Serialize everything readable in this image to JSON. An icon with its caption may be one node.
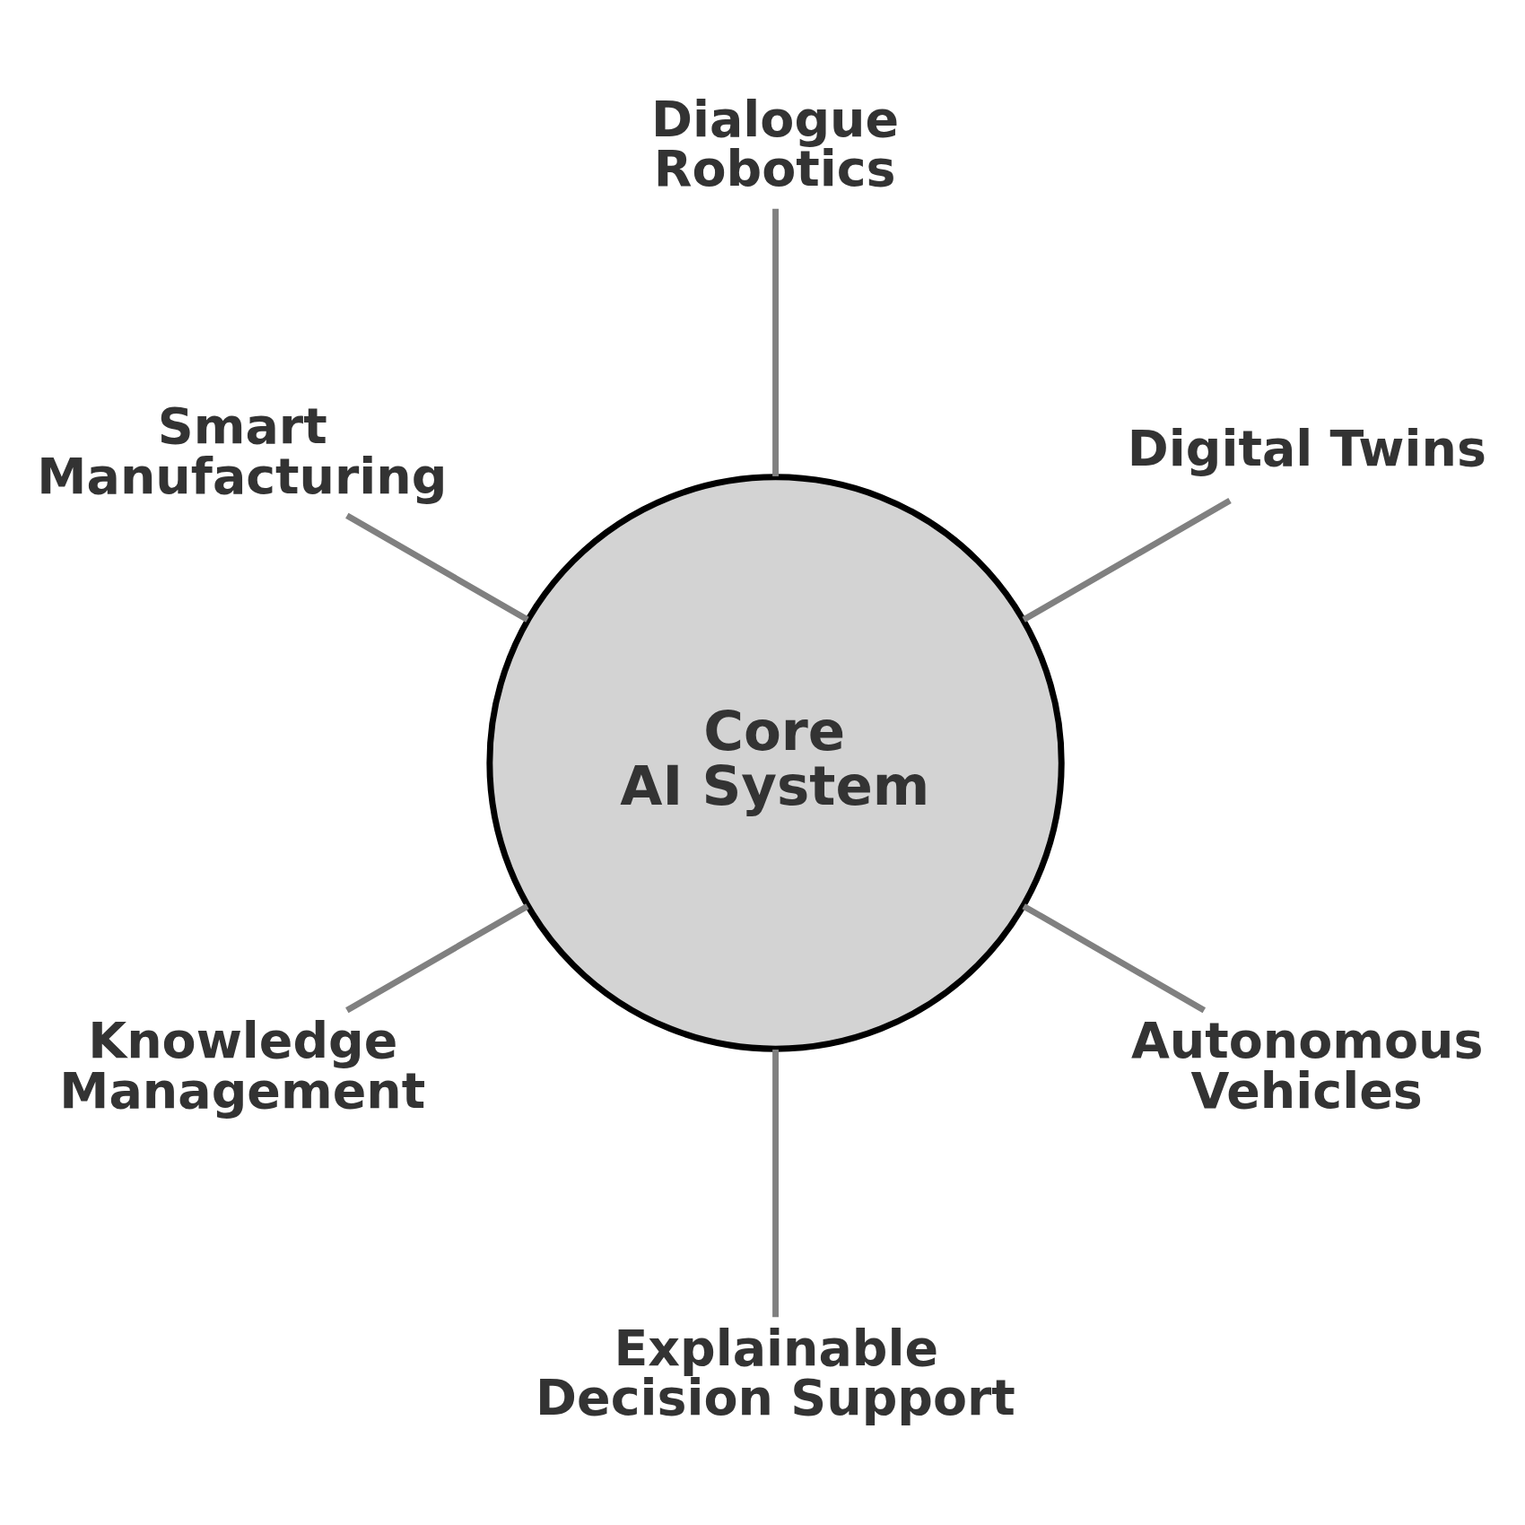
{
  "diagram": {
    "nodes": [
      {
        "text": [
          "Core AI System"
        ]
      },
      {
        "text": [
          "Digital Twins"
        ]
      },
      {
        "text": [
          "Dialogue Robotics"
        ]
      },
      {
        "text": [
          "Smart Manufacturing"
        ]
      },
      {
        "text": [
          "Knowledge Management"
        ]
      },
      {
        "text": [
          "Explainable Decision Support"
        ]
      },
      {
        "text": [
          "Autonomous Vehicles"
        ]
      }
    ],
    "edges": [
      {
        "from": 0,
        "to": 1,
        "arrow": "none"
      },
      {
        "from": 0,
        "to": 2,
        "arrow": "none"
      },
      {
        "from": 0,
        "to": 3,
        "arrow": "none"
      },
      {
        "from": 0,
        "to": 4,
        "arrow": "none"
      },
      {
        "from": 0,
        "to": 5,
        "arrow": "none"
      },
      {
        "from": 0,
        "to": 6,
        "arrow": "none"
      }
    ]
  }
}
